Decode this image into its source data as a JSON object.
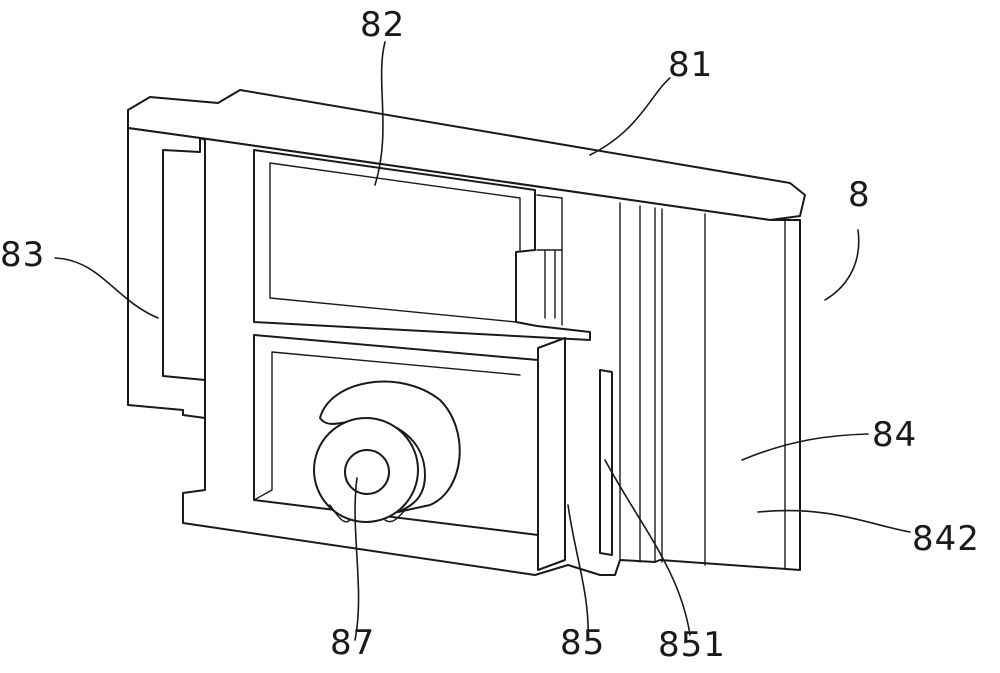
{
  "labels": {
    "l8": "8",
    "l81": "81",
    "l82": "82",
    "l83": "83",
    "l84": "84",
    "l842": "842",
    "l85": "85",
    "l851": "851",
    "l87": "87"
  }
}
